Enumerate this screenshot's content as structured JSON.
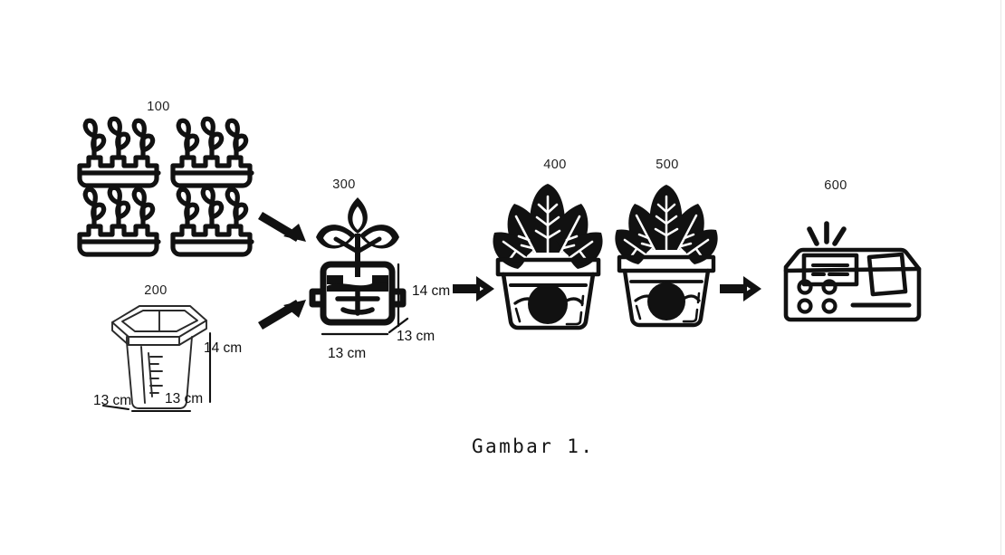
{
  "figure": {
    "caption": "Gambar 1.",
    "background_color": "#ffffff",
    "ink_color": "#111111"
  },
  "stages": [
    {
      "id": "seedling-trays",
      "number": "100",
      "icon": "seedling-tray-icon",
      "tray_count": 4,
      "seedlings_per_tray": 3
    },
    {
      "id": "pot-container",
      "number": "200",
      "icon": "measuring-pot-icon",
      "dimensions": {
        "height": "14 cm",
        "width": "13 cm",
        "depth": "13 cm"
      }
    },
    {
      "id": "transplanted-seedling",
      "number": "300",
      "icon": "potted-seedling-roots-icon",
      "dimensions": {
        "height": "14 cm",
        "width": "13 cm",
        "depth": "13 cm"
      }
    },
    {
      "id": "grown-plant-a",
      "number": "400",
      "icon": "leafy-plant-pot-icon"
    },
    {
      "id": "grown-plant-b",
      "number": "500",
      "icon": "leafy-plant-pot-icon"
    },
    {
      "id": "measurement-instrument",
      "number": "600",
      "icon": "spectrophotometer-icon"
    }
  ],
  "arrows": [
    {
      "id": "arrow-trays-to-seedling",
      "direction": "down-right"
    },
    {
      "id": "arrow-pot-to-seedling",
      "direction": "up-right"
    },
    {
      "id": "arrow-seedling-to-plant-a",
      "direction": "right"
    },
    {
      "id": "arrow-plant-b-to-instrument",
      "direction": "right"
    }
  ]
}
